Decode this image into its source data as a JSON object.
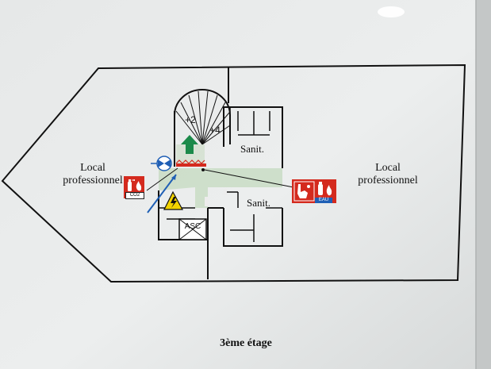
{
  "sign": {
    "floor_title": "3ème étage",
    "rooms": {
      "left": [
        "Local",
        "professionnel"
      ],
      "right": [
        "Local",
        "professionnel"
      ],
      "sanit_top": "Sanit.",
      "sanit_bottom": "Sanit."
    },
    "stair_landings": {
      "upper": "+2",
      "lower": "+4"
    },
    "elevator": "ASC",
    "extinguisher_left_tag": "CO2",
    "extinguisher_right_tag": "EAU",
    "colors": {
      "safety_red": "#d42a1e",
      "exit_green": "#1b8a4a",
      "warning_yellow": "#f2d300",
      "water_blue": "#1f5fb5",
      "corridor_tint": "#c9dcc4"
    },
    "icons": [
      "fire-extinguisher-icon",
      "fire-alarm-call-point-icon",
      "emergency-exit-arrow-icon",
      "electrical-hazard-icon",
      "gas-valve-icon"
    ]
  }
}
